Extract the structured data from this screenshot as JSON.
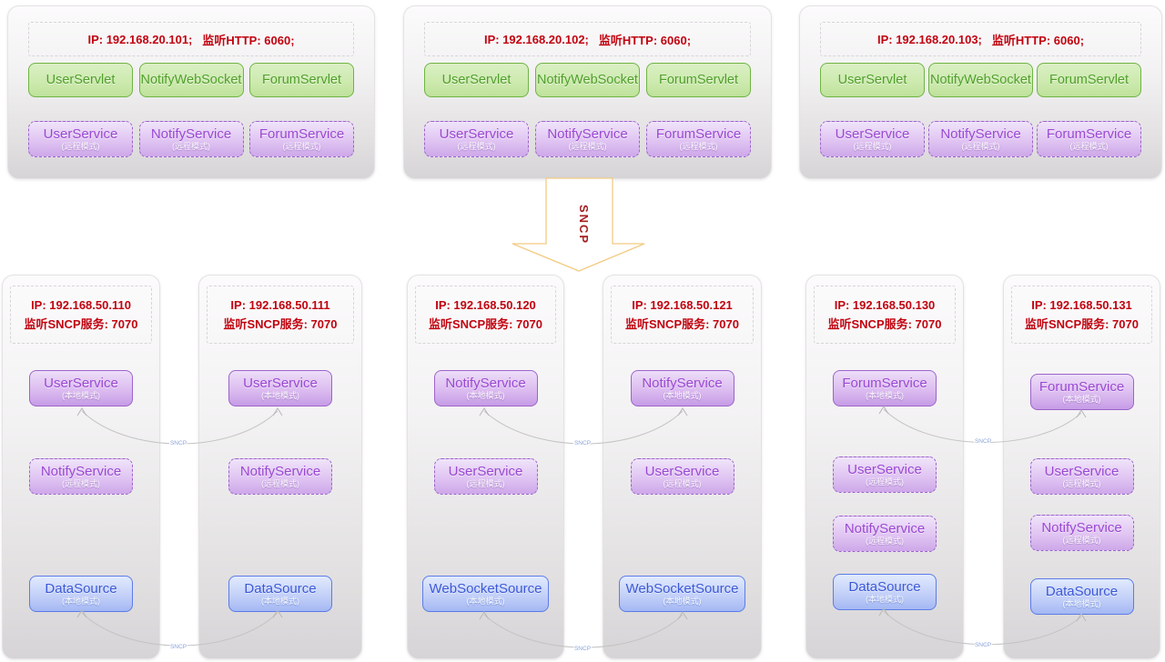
{
  "top_servers": [
    {
      "ip": "IP: 192.168.20.101;",
      "listen": "监听HTTP: 6060;",
      "servlets": [
        "UserServlet",
        "NotifyWebSocket",
        "ForumServlet"
      ],
      "services": [
        {
          "name": "UserService",
          "mode": "(远程模式)"
        },
        {
          "name": "NotifyService",
          "mode": "(远程模式)"
        },
        {
          "name": "ForumService",
          "mode": "(远程模式)"
        }
      ]
    },
    {
      "ip": "IP: 192.168.20.102;",
      "listen": "监听HTTP: 6060;",
      "servlets": [
        "UserServlet",
        "NotifyWebSocket",
        "ForumServlet"
      ],
      "services": [
        {
          "name": "UserService",
          "mode": "(远程模式)"
        },
        {
          "name": "NotifyService",
          "mode": "(远程模式)"
        },
        {
          "name": "ForumService",
          "mode": "(远程模式)"
        }
      ]
    },
    {
      "ip": "IP: 192.168.20.103;",
      "listen": "监听HTTP: 6060;",
      "servlets": [
        "UserServlet",
        "NotifyWebSocket",
        "ForumServlet"
      ],
      "services": [
        {
          "name": "UserService",
          "mode": "(远程模式)"
        },
        {
          "name": "NotifyService",
          "mode": "(远程模式)"
        },
        {
          "name": "ForumService",
          "mode": "(远程模式)"
        }
      ]
    }
  ],
  "sncp_arrow": {
    "label": "SNCP"
  },
  "bottom_servers": [
    {
      "ip": "IP: 192.168.50.110",
      "listen": "监听SNCP服务: 7070",
      "services": [
        {
          "name": "UserService",
          "mode": "(本地模式)"
        },
        {
          "name": "NotifyService",
          "mode": "(远程模式)"
        },
        {
          "name": "DataSource",
          "mode": "(本地模式)"
        }
      ]
    },
    {
      "ip": "IP: 192.168.50.111",
      "listen": "监听SNCP服务: 7070",
      "services": [
        {
          "name": "UserService",
          "mode": "(本地模式)"
        },
        {
          "name": "NotifyService",
          "mode": "(远程模式)"
        },
        {
          "name": "DataSource",
          "mode": "(本地模式)"
        }
      ]
    },
    {
      "ip": "IP: 192.168.50.120",
      "listen": "监听SNCP服务: 7070",
      "services": [
        {
          "name": "NotifyService",
          "mode": "(本地模式)"
        },
        {
          "name": "UserService",
          "mode": "(远程模式)"
        },
        {
          "name": "WebSocketSource",
          "mode": "(本地模式)"
        }
      ]
    },
    {
      "ip": "IP: 192.168.50.121",
      "listen": "监听SNCP服务: 7070",
      "services": [
        {
          "name": "NotifyService",
          "mode": "(本地模式)"
        },
        {
          "name": "UserService",
          "mode": "(远程模式)"
        },
        {
          "name": "WebSocketSource",
          "mode": "(本地模式)"
        }
      ]
    },
    {
      "ip": "IP: 192.168.50.130",
      "listen": "监听SNCP服务: 7070",
      "services": [
        {
          "name": "ForumService",
          "mode": "(本地模式)"
        },
        {
          "name": "UserService",
          "mode": "(远程模式)"
        },
        {
          "name": "NotifyService",
          "mode": "(远程模式)"
        },
        {
          "name": "DataSource",
          "mode": "(本地模式)"
        }
      ]
    },
    {
      "ip": "IP: 192.168.50.131",
      "listen": "监听SNCP服务: 7070",
      "services": [
        {
          "name": "ForumService",
          "mode": "(本地模式)"
        },
        {
          "name": "UserService",
          "mode": "(远程模式)"
        },
        {
          "name": "NotifyService",
          "mode": "(远程模式)"
        },
        {
          "name": "DataSource",
          "mode": "(本地模式)"
        }
      ]
    }
  ],
  "connections": [
    {
      "label": "SNCP"
    },
    {
      "label": "SNCP"
    },
    {
      "label": "SNCP"
    },
    {
      "label": "SNCP"
    },
    {
      "label": "SNCP"
    },
    {
      "label": "SNCP"
    }
  ],
  "colors": {
    "ip_text": "#c1030f",
    "servlet_border_green": "#6fb443",
    "service_border_purple": "#9c64cb",
    "source_border_blue": "#5c7ce8",
    "arrow_outline": "#f3cb82",
    "arrow_text": "#a41e22",
    "connector_line": "#c4c4c4",
    "connector_label": "#8aa3dc"
  }
}
